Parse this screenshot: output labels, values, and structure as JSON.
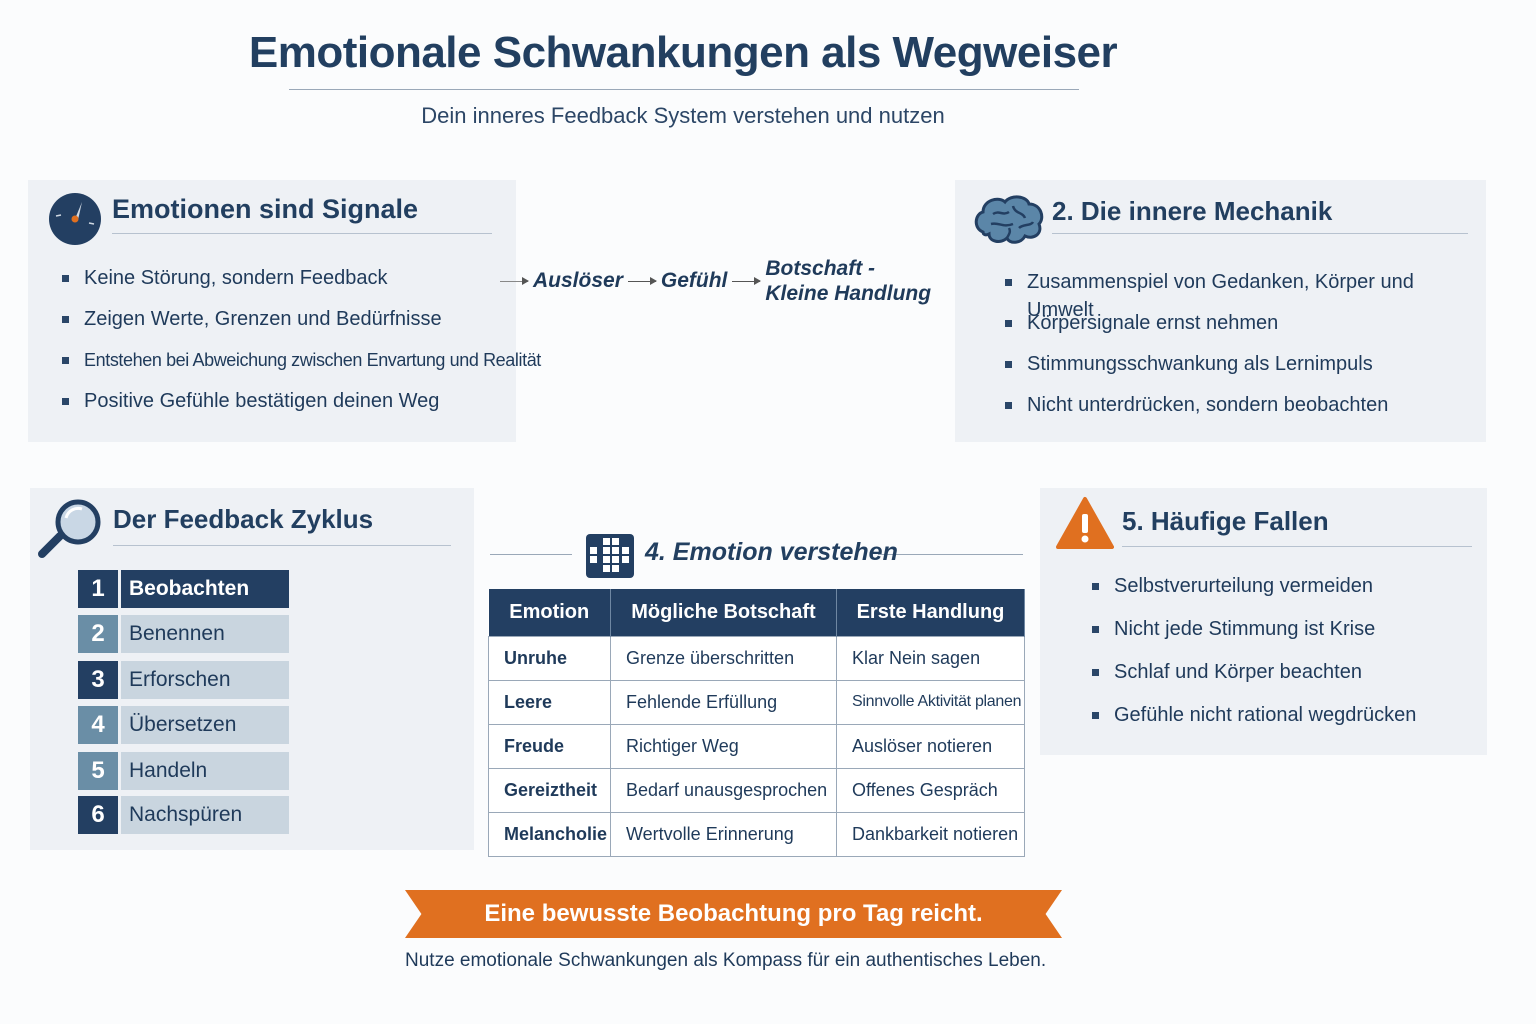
{
  "header": {
    "title": "Emotionale Schwankungen als Wegweiser",
    "subtitle": "Dein inneres Feedback System verstehen und nutzen"
  },
  "signals": {
    "title": "Emotionen sind Signale",
    "icon": "compass-icon",
    "items": [
      "Keine Störung, sondern Feedback",
      "Zeigen Werte, Grenzen und Bedürfnisse",
      "Entstehen bei Abweichung zwischen Envartung und Realität",
      "Positive Gefühle bestätigen deinen Weg"
    ]
  },
  "flow": {
    "steps": [
      "Auslöser",
      "Gefühl",
      "Botschaft - Kleine Handlung"
    ]
  },
  "mechanics": {
    "title": "2. Die innere Mechanik",
    "icon": "brain-icon",
    "items": [
      "Zusammenspiel von Gedanken, Körper und Umwelt",
      "Körpersignale ernst nehmen",
      "Stimmungsschwankung als Lernimpuls",
      "Nicht unterdrücken, sondern beobachten"
    ]
  },
  "cycle": {
    "title": "Der Feedback Zyklus",
    "icon": "magnifier-icon",
    "steps": [
      {
        "num": "1",
        "label": "Beobachten"
      },
      {
        "num": "2",
        "label": "Benennen"
      },
      {
        "num": "3",
        "label": "Erforschen"
      },
      {
        "num": "4",
        "label": "Übersetzen"
      },
      {
        "num": "5",
        "label": "Handeln"
      },
      {
        "num": "6",
        "label": "Nachspüren"
      }
    ]
  },
  "emotion_table": {
    "title": "4. Emotion verstehen",
    "icon": "grid-icon",
    "headers": [
      "Emotion",
      "Mögliche Botschaft",
      "Erste Handlung"
    ],
    "rows": [
      [
        "Unruhe",
        "Grenze überschritten",
        "Klar Nein sagen"
      ],
      [
        "Leere",
        "Fehlende Erfüllung",
        "Sinnvolle Aktivität planen"
      ],
      [
        "Freude",
        "Richtiger Weg",
        "Auslöser notieren"
      ],
      [
        "Gereiztheit",
        "Bedarf unausgesprochen",
        "Offenes Gespräch"
      ],
      [
        "Melancholie",
        "Wertvolle Erinnerung",
        "Dankbarkeit notieren"
      ]
    ]
  },
  "pitfalls": {
    "title": "5. Häufige Fallen",
    "icon": "warning-icon",
    "items": [
      "Selbstverurteilung vermeiden",
      "Nicht jede Stimmung ist Krise",
      "Schlaf und Körper beachten",
      "Gefühle nicht rational wegdrücken"
    ]
  },
  "banner": {
    "text": "Eine bewusste Beobachtung pro Tag reicht.",
    "color": "#e07020"
  },
  "footer": {
    "text": "Nutze emotionale Schwankungen als Kompass für ein authentisches Leben."
  },
  "colors": {
    "primary": "#233f62",
    "accent": "#e07020",
    "panel": "#eef1f5"
  }
}
